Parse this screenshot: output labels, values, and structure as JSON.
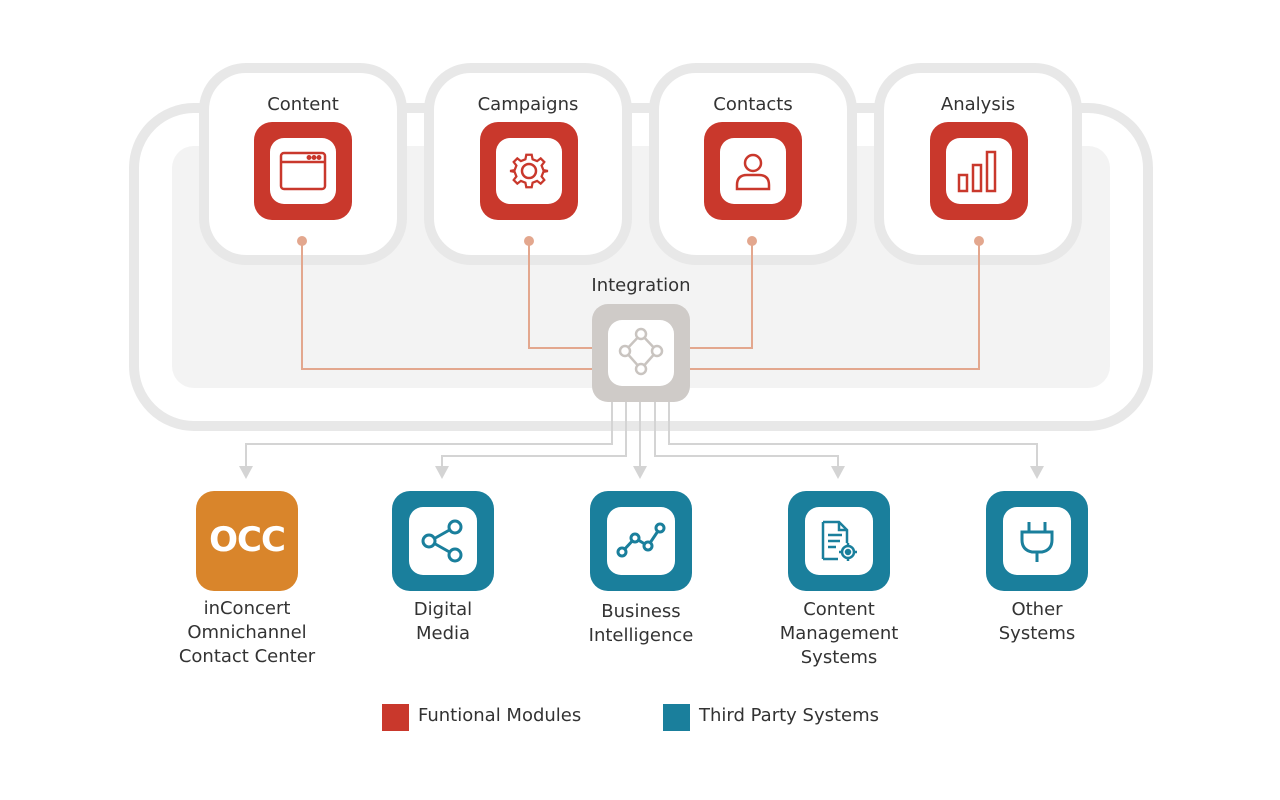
{
  "colors": {
    "functional": "#c9382c",
    "third_party": "#1a7f9c",
    "occ": "#d9852b",
    "integration": "#cfcbc8",
    "frame": "#e8e8e8",
    "panel": "#f3f3f3",
    "connector": "#e3a78e",
    "arrow": "#d4d4d4",
    "text": "#333333"
  },
  "modules": [
    {
      "label": "Content",
      "icon": "browser-window-icon"
    },
    {
      "label": "Campaigns",
      "icon": "gear-icon"
    },
    {
      "label": "Contacts",
      "icon": "user-icon"
    },
    {
      "label": "Analysis",
      "icon": "bar-chart-icon"
    }
  ],
  "integration": {
    "label": "Integration",
    "icon": "integration-network-icon"
  },
  "systems": [
    {
      "lines": [
        "inConcert",
        "Omnichannel",
        "Contact Center"
      ],
      "badge": "OCC",
      "icon": "occ-badge"
    },
    {
      "lines": [
        "Digital",
        "Media"
      ],
      "icon": "share-icon"
    },
    {
      "lines": [
        "Business",
        "Intelligence"
      ],
      "icon": "line-trend-icon"
    },
    {
      "lines": [
        "Content",
        "Management",
        "Systems"
      ],
      "icon": "document-gear-icon"
    },
    {
      "lines": [
        "Other",
        "Systems"
      ],
      "icon": "plug-icon"
    }
  ],
  "legend": [
    {
      "label": "Funtional Modules",
      "color": "#c9382c"
    },
    {
      "label": "Third Party Systems",
      "color": "#1a7f9c"
    }
  ]
}
